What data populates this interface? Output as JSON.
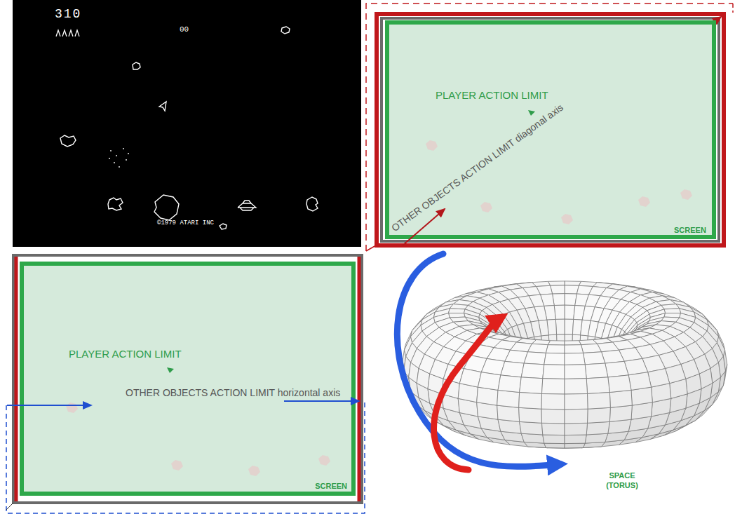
{
  "diagram": {
    "nodes": [
      {
        "text": [
          "310",
          "00",
          "©1979 ATARI INC"
        ]
      },
      {
        "text": [
          "PLAYER ACTION LIMIT",
          "OTHER OBJECTS ACTION LIMIT diagonal axis",
          "SCREEN"
        ]
      },
      {
        "text": [
          "PLAYER ACTION LIMIT",
          "OTHER OBJECTS ACTION LIMIT horizontal axis",
          "SCREEN"
        ]
      }
    ],
    "labels": [
      "SPACE (TORUS)"
    ]
  }
}
